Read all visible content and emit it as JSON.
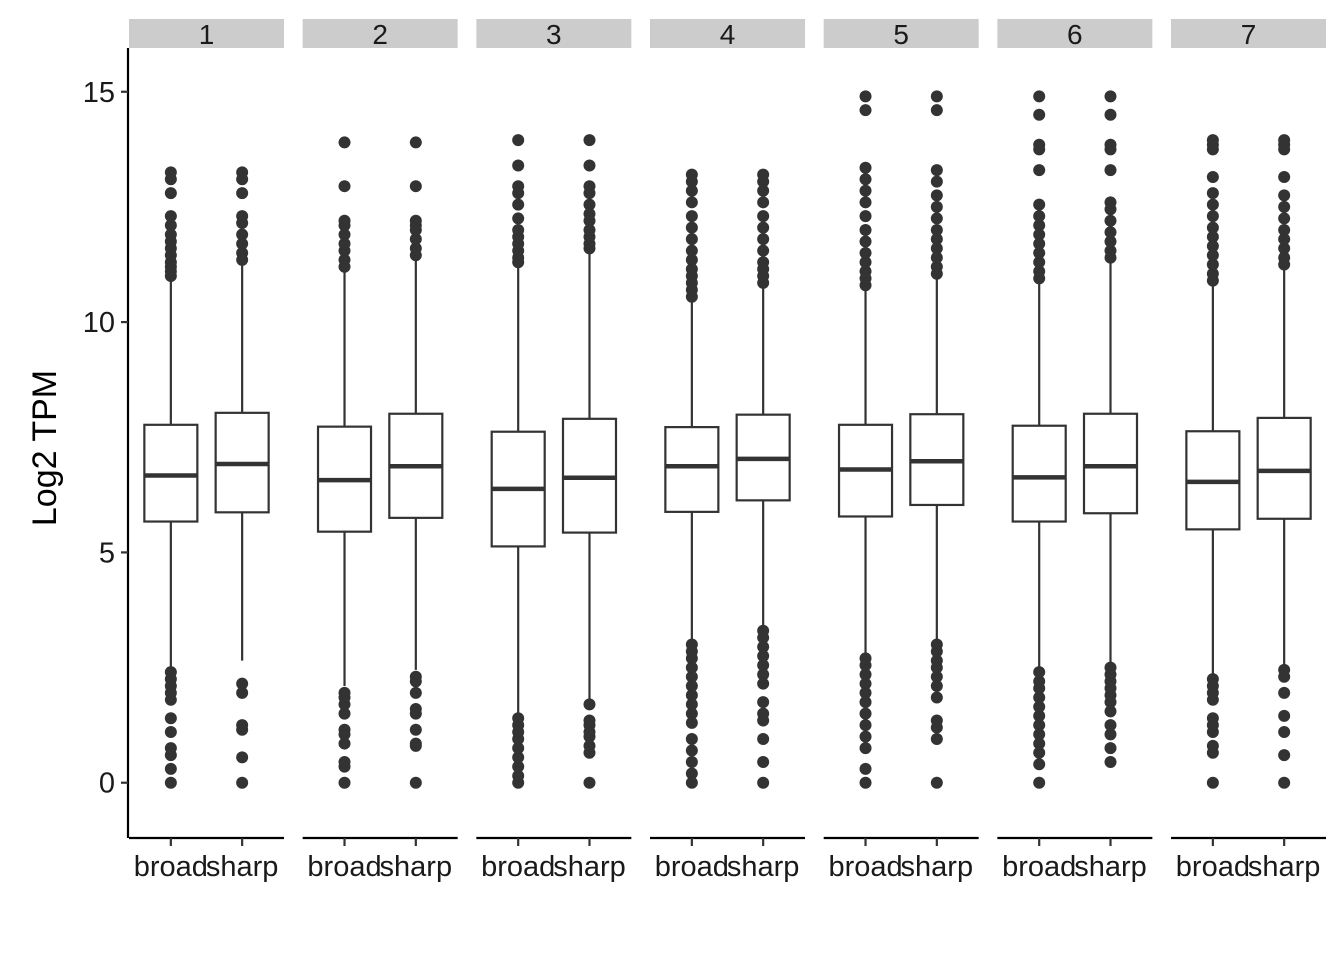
{
  "chart_data": {
    "type": "boxplot",
    "ylabel": "Log2 TPM",
    "xlabel": "",
    "ylim": [
      -1.2,
      15.95
    ],
    "yticks": [
      0,
      5,
      10,
      15
    ],
    "categories": [
      "broad",
      "sharp"
    ],
    "facets": [
      {
        "label": "1",
        "boxes": [
          {
            "category": "broad",
            "q1": 5.67,
            "median": 6.67,
            "q3": 7.77,
            "whisker_low": 2.52,
            "whisker_high": 10.95,
            "outliers": [
              0,
              0.3,
              0.6,
              0.75,
              1.1,
              1.4,
              1.8,
              1.95,
              2.1,
              2.25,
              2.4,
              11.0,
              11.1,
              11.2,
              11.3,
              11.45,
              11.6,
              11.75,
              11.9,
              12.1,
              12.3,
              12.8,
              13.1,
              13.25
            ]
          },
          {
            "category": "sharp",
            "q1": 5.87,
            "median": 6.92,
            "q3": 8.03,
            "whisker_low": 2.65,
            "whisker_high": 11.3,
            "outliers": [
              0,
              0.55,
              1.15,
              1.25,
              1.95,
              2.15,
              11.35,
              11.5,
              11.7,
              11.9,
              12.15,
              12.3,
              12.8,
              13.1,
              13.25
            ]
          }
        ]
      },
      {
        "label": "2",
        "boxes": [
          {
            "category": "broad",
            "q1": 5.45,
            "median": 6.57,
            "q3": 7.73,
            "whisker_low": 2.1,
            "whisker_high": 11.1,
            "outliers": [
              0,
              0.35,
              0.45,
              0.85,
              1.05,
              1.15,
              1.5,
              1.7,
              1.85,
              1.95,
              11.2,
              11.35,
              11.55,
              11.7,
              11.9,
              12.1,
              12.2,
              12.95,
              13.9
            ]
          },
          {
            "category": "sharp",
            "q1": 5.75,
            "median": 6.87,
            "q3": 8.01,
            "whisker_low": 2.45,
            "whisker_high": 11.4,
            "outliers": [
              0,
              0.8,
              0.85,
              1.15,
              1.5,
              1.6,
              1.95,
              2.2,
              2.3,
              11.45,
              11.6,
              11.8,
              12.0,
              12.1,
              12.2,
              12.95,
              13.9
            ]
          }
        ]
      },
      {
        "label": "3",
        "boxes": [
          {
            "category": "broad",
            "q1": 5.13,
            "median": 6.38,
            "q3": 7.62,
            "whisker_low": 1.45,
            "whisker_high": 11.25,
            "outliers": [
              0,
              0.15,
              0.35,
              0.55,
              0.75,
              0.95,
              1.1,
              1.25,
              1.4,
              11.3,
              11.4,
              11.55,
              11.7,
              11.85,
              12.0,
              12.25,
              12.55,
              12.8,
              12.95,
              13.4,
              13.95
            ]
          },
          {
            "category": "sharp",
            "q1": 5.43,
            "median": 6.62,
            "q3": 7.9,
            "whisker_low": 1.75,
            "whisker_high": 11.55,
            "outliers": [
              0,
              0.65,
              0.8,
              1.0,
              1.1,
              1.25,
              1.35,
              1.7,
              11.6,
              11.7,
              11.85,
              12.0,
              12.2,
              12.35,
              12.55,
              12.8,
              12.95,
              13.4,
              13.95
            ]
          }
        ]
      },
      {
        "label": "4",
        "boxes": [
          {
            "category": "broad",
            "q1": 5.88,
            "median": 6.87,
            "q3": 7.72,
            "whisker_low": 3.1,
            "whisker_high": 10.5,
            "outliers": [
              0,
              0.2,
              0.45,
              0.7,
              0.95,
              1.3,
              1.5,
              1.7,
              1.9,
              2.1,
              2.3,
              2.5,
              2.7,
              2.85,
              3.0,
              10.55,
              10.7,
              10.85,
              11.0,
              11.15,
              11.35,
              11.55,
              11.8,
              12.05,
              12.3,
              12.6,
              12.85,
              13.05,
              13.2
            ]
          },
          {
            "category": "sharp",
            "q1": 6.13,
            "median": 7.03,
            "q3": 7.99,
            "whisker_low": 3.35,
            "whisker_high": 10.8,
            "outliers": [
              0,
              0.45,
              0.95,
              1.35,
              1.5,
              1.75,
              2.15,
              2.35,
              2.55,
              2.75,
              2.95,
              3.15,
              3.3,
              10.85,
              11.0,
              11.15,
              11.3,
              11.55,
              11.8,
              12.05,
              12.3,
              12.6,
              12.85,
              13.05,
              13.2
            ]
          }
        ]
      },
      {
        "label": "5",
        "boxes": [
          {
            "category": "broad",
            "q1": 5.78,
            "median": 6.8,
            "q3": 7.77,
            "whisker_low": 2.8,
            "whisker_high": 10.7,
            "outliers": [
              0,
              0.3,
              0.75,
              1.0,
              1.25,
              1.5,
              1.75,
              1.95,
              2.15,
              2.35,
              2.55,
              2.7,
              10.8,
              10.95,
              11.1,
              11.3,
              11.5,
              11.75,
              12.0,
              12.3,
              12.6,
              12.85,
              13.1,
              13.35,
              14.6,
              14.9
            ]
          },
          {
            "category": "sharp",
            "q1": 6.03,
            "median": 6.98,
            "q3": 8.0,
            "whisker_low": 3.05,
            "whisker_high": 10.95,
            "outliers": [
              0,
              0.95,
              1.2,
              1.35,
              1.85,
              2.1,
              2.3,
              2.5,
              2.65,
              2.85,
              3.0,
              11.05,
              11.2,
              11.4,
              11.6,
              11.8,
              12.0,
              12.25,
              12.5,
              12.75,
              13.05,
              13.3,
              14.6,
              14.9
            ]
          }
        ]
      },
      {
        "label": "6",
        "boxes": [
          {
            "category": "broad",
            "q1": 5.67,
            "median": 6.63,
            "q3": 7.75,
            "whisker_low": 2.45,
            "whisker_high": 10.9,
            "outliers": [
              0,
              0.4,
              0.65,
              0.85,
              1.05,
              1.25,
              1.45,
              1.65,
              1.85,
              2.05,
              2.2,
              2.4,
              10.95,
              11.1,
              11.3,
              11.5,
              11.7,
              11.9,
              12.1,
              12.3,
              12.55,
              13.3,
              13.75,
              13.85,
              14.5,
              14.9
            ]
          },
          {
            "category": "sharp",
            "q1": 5.85,
            "median": 6.87,
            "q3": 8.01,
            "whisker_low": 2.6,
            "whisker_high": 11.3,
            "outliers": [
              0.45,
              0.75,
              1.05,
              1.25,
              1.55,
              1.75,
              1.9,
              2.05,
              2.2,
              2.35,
              2.5,
              11.4,
              11.55,
              11.75,
              11.95,
              12.2,
              12.45,
              12.6,
              13.3,
              13.75,
              13.85,
              14.5,
              14.9
            ]
          }
        ]
      },
      {
        "label": "7",
        "boxes": [
          {
            "category": "broad",
            "q1": 5.5,
            "median": 6.53,
            "q3": 7.63,
            "whisker_low": 2.3,
            "whisker_high": 10.85,
            "outliers": [
              0,
              0.65,
              0.8,
              1.1,
              1.25,
              1.4,
              1.8,
              1.95,
              2.1,
              2.25,
              10.9,
              11.05,
              11.25,
              11.45,
              11.65,
              11.85,
              12.05,
              12.3,
              12.55,
              12.8,
              13.15,
              13.75,
              13.85,
              13.95
            ]
          },
          {
            "category": "sharp",
            "q1": 5.73,
            "median": 6.77,
            "q3": 7.92,
            "whisker_low": 2.5,
            "whisker_high": 11.2,
            "outliers": [
              0,
              0.6,
              1.1,
              1.45,
              1.95,
              2.3,
              2.45,
              11.25,
              11.4,
              11.6,
              11.8,
              12.0,
              12.25,
              12.5,
              12.75,
              13.15,
              13.75,
              13.85,
              13.95
            ]
          }
        ]
      }
    ]
  }
}
